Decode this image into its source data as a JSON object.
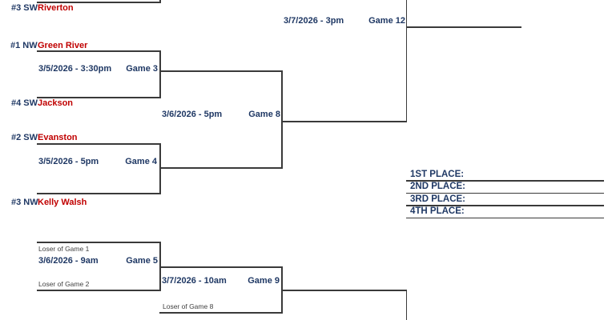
{
  "colors": {
    "navy": "#1F3864",
    "red": "#C00000",
    "line": "#3a3a3a",
    "loser_text": "#404040",
    "background": "#FFFFFF"
  },
  "entries": [
    {
      "seed": "#3 SW",
      "team": "Riverton"
    },
    {
      "seed": "#1 NW",
      "team": "Green River"
    },
    {
      "seed": "#4 SW",
      "team": "Jackson"
    },
    {
      "seed": "#2 SW",
      "team": "Evanston"
    },
    {
      "seed": "#3 NW",
      "team": "Kelly Walsh"
    }
  ],
  "games": {
    "game3": {
      "datetime": "3/5/2026 - 3:30pm",
      "label": "Game 3"
    },
    "game4": {
      "datetime": "3/5/2026 - 5pm",
      "label": "Game 4"
    },
    "game5": {
      "datetime": "3/6/2026 - 9am",
      "label": "Game 5",
      "feeder_top": "Loser of Game 1",
      "feeder_bottom": "Loser of Game 2"
    },
    "game8": {
      "datetime": "3/6/2026 - 5pm",
      "label": "Game 8"
    },
    "game9": {
      "datetime": "3/7/2026 - 10am",
      "label": "Game 9",
      "feeder_bottom": "Loser of Game 8"
    },
    "game12": {
      "datetime": "3/7/2026 - 3pm",
      "label": "Game 12"
    }
  },
  "placements": [
    {
      "label": "1ST PLACE:"
    },
    {
      "label": "2ND PLACE:"
    },
    {
      "label": "3RD PLACE:"
    },
    {
      "label": "4TH PLACE:"
    }
  ]
}
